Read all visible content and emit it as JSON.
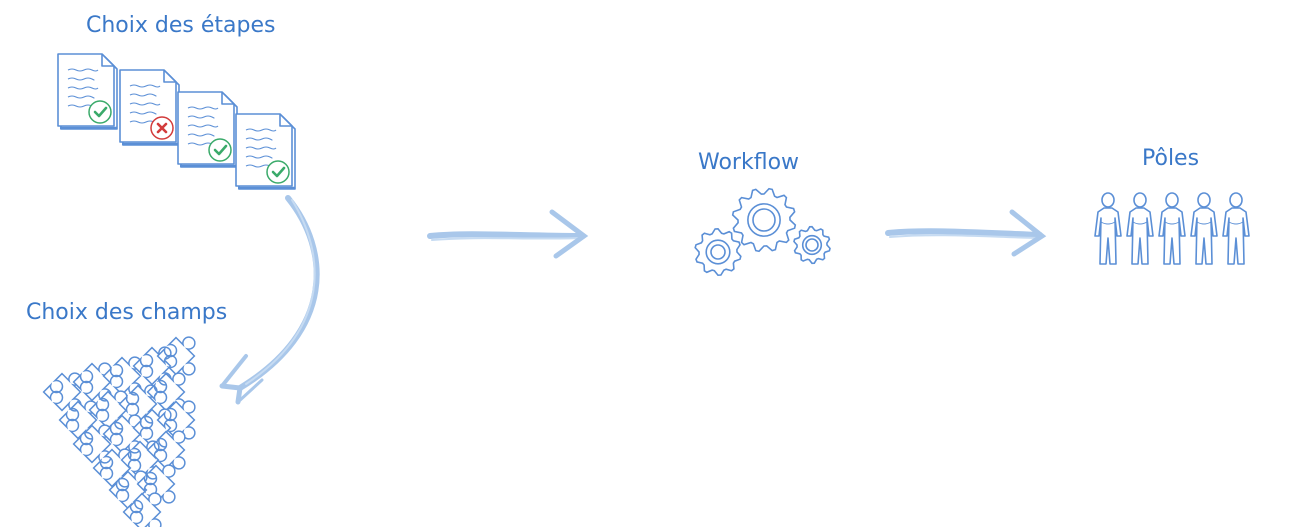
{
  "labels": {
    "steps": "Choix des étapes",
    "fields": "Choix des champs",
    "workflow": "Workflow",
    "poles": "Pôles"
  },
  "documents": [
    {
      "status": "check",
      "icon": "check-badge-icon"
    },
    {
      "status": "cross",
      "icon": "cross-badge-icon"
    },
    {
      "status": "check",
      "icon": "check-badge-icon"
    },
    {
      "status": "check",
      "icon": "check-badge-icon"
    }
  ],
  "people_count": 5,
  "colors": {
    "text": "#3a78c8",
    "sketch": "#5b8fd6",
    "arrow": "#a9c7ea",
    "check": "#3aaa6a",
    "cross": "#d23b3b"
  }
}
